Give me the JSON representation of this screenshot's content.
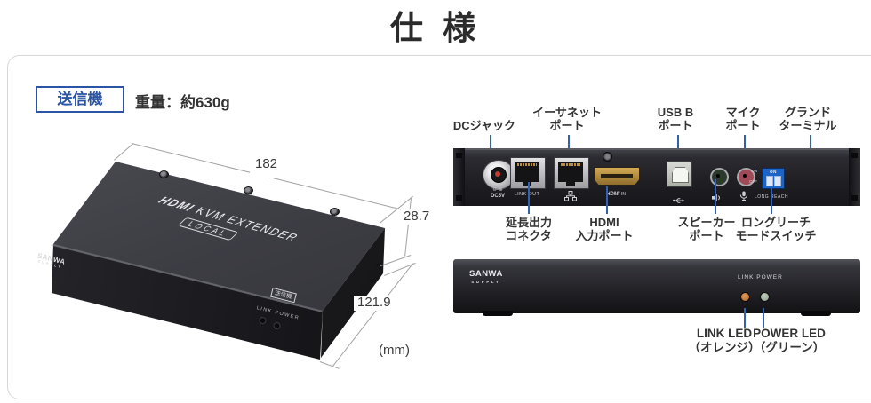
{
  "title": "仕 様",
  "section": {
    "badge": "送信機",
    "weight": "重量：約630g"
  },
  "dimensions": {
    "width": "182",
    "height": "28.7",
    "depth": "121.9",
    "unit": "(mm)"
  },
  "device": {
    "top_label": {
      "hdmi": "HDMI",
      "rest": "KVM EXTENDER",
      "badge": "LOCAL"
    },
    "brand": {
      "name": "SANWA",
      "sub": "SUPPLY"
    },
    "front_badge": "送信機",
    "led_caption": "LINK POWER"
  },
  "rear_panel": {
    "dc_label": "DC5V",
    "polarity_glyph": "⊖–⊕",
    "link_out_label": "LINK OUT",
    "hdmi_label": "HDMI",
    "hdmi_in_label": "IN",
    "dip": {
      "on": "ON",
      "off": "OFF",
      "long_reach": "LONG REACH"
    },
    "callouts_top": [
      {
        "line1": "DCジャック",
        "line2": ""
      },
      {
        "line1": "イーサネット",
        "line2": "ポート"
      },
      {
        "line1": "USB B",
        "line2": "ポート"
      },
      {
        "line1": "マイク",
        "line2": "ポート"
      },
      {
        "line1": "グランド",
        "line2": "ターミナル"
      }
    ],
    "callouts_bottom": [
      {
        "line1": "延長出力",
        "line2": "コネクタ"
      },
      {
        "line1": "HDMI",
        "line2": "入力ポート"
      },
      {
        "line1": "スピーカー",
        "line2": "ポート"
      },
      {
        "line1": "ロングリーチ",
        "line2": "モードスイッチ"
      }
    ]
  },
  "front_panel": {
    "brand": {
      "name": "SANWA",
      "sub": "SUPPLY"
    },
    "led_caption": "LINK POWER",
    "callouts": [
      {
        "line1": "LINK LED",
        "line2": "（オレンジ）"
      },
      {
        "line1": "POWER LED",
        "line2": "（グリーン）"
      }
    ]
  },
  "colors": {
    "accent_blue": "#2b55a4",
    "leader_blue": "#2f62b5",
    "text": "#333333",
    "dimension_line": "#a2a2a2",
    "card_border": "#d8d8d8",
    "link_led_orange": "#c8763a",
    "power_led_green": "#a9b9a4",
    "dip_switch_blue": "#1c64c8"
  },
  "icons": {
    "polarity-icon": "⊖–⊕ glyph",
    "ethernet-icon": "network nodes",
    "usb-icon": "usb trident",
    "speaker-icon": "speaker",
    "mic-icon": "microphone",
    "screw-icon": "screw head",
    "screw-hole-icon": "screw hole"
  }
}
